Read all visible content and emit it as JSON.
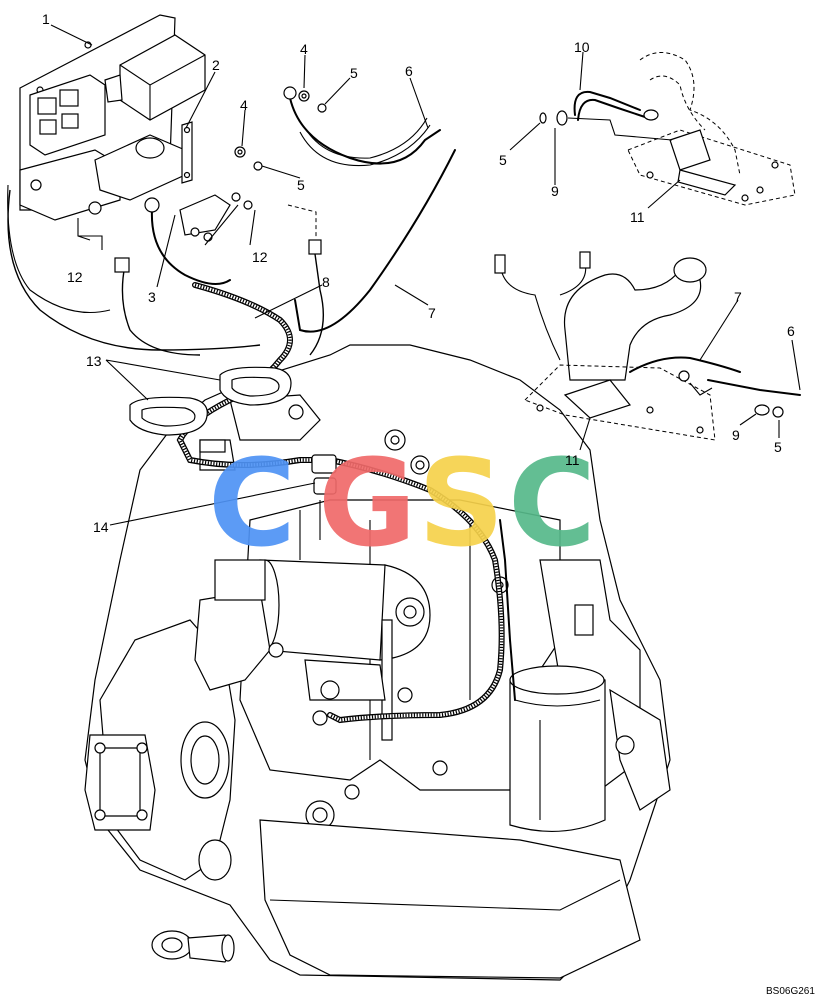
{
  "figure": {
    "code": "BS06G261"
  },
  "watermark": {
    "letters": [
      "C",
      "G",
      "S",
      "C"
    ],
    "colors": [
      "#4f93f5",
      "#f06a6a",
      "#f6d24b",
      "#56b98a"
    ]
  },
  "callouts": [
    {
      "id": "c1",
      "text": "1"
    },
    {
      "id": "c2",
      "text": "2"
    },
    {
      "id": "c3",
      "text": "3"
    },
    {
      "id": "c4a",
      "text": "4"
    },
    {
      "id": "c4b",
      "text": "4"
    },
    {
      "id": "c5a",
      "text": "5"
    },
    {
      "id": "c5b",
      "text": "5"
    },
    {
      "id": "c5c",
      "text": "5"
    },
    {
      "id": "c5d",
      "text": "5"
    },
    {
      "id": "c6a",
      "text": "6"
    },
    {
      "id": "c6b",
      "text": "6"
    },
    {
      "id": "c7a",
      "text": "7"
    },
    {
      "id": "c7b",
      "text": "7"
    },
    {
      "id": "c8",
      "text": "8"
    },
    {
      "id": "c9a",
      "text": "9"
    },
    {
      "id": "c9b",
      "text": "9"
    },
    {
      "id": "c10",
      "text": "10"
    },
    {
      "id": "c11a",
      "text": "11"
    },
    {
      "id": "c11b",
      "text": "11"
    },
    {
      "id": "c12a",
      "text": "12"
    },
    {
      "id": "c12b",
      "text": "12"
    },
    {
      "id": "c13",
      "text": "13"
    },
    {
      "id": "c14",
      "text": "14"
    }
  ]
}
